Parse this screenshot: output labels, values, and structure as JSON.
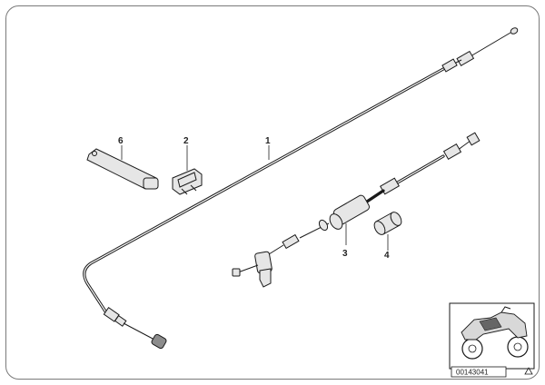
{
  "diagram": {
    "callouts": {
      "c1": "1",
      "c2": "2",
      "c3": "3",
      "c4": "4",
      "c6": "6"
    },
    "drawing_id": "00143041"
  },
  "colors": {
    "line": "#1a1a1a",
    "frame": "#7a7a7a",
    "part_fill": "#e6e6e6",
    "inset_highlight": "#666666"
  }
}
